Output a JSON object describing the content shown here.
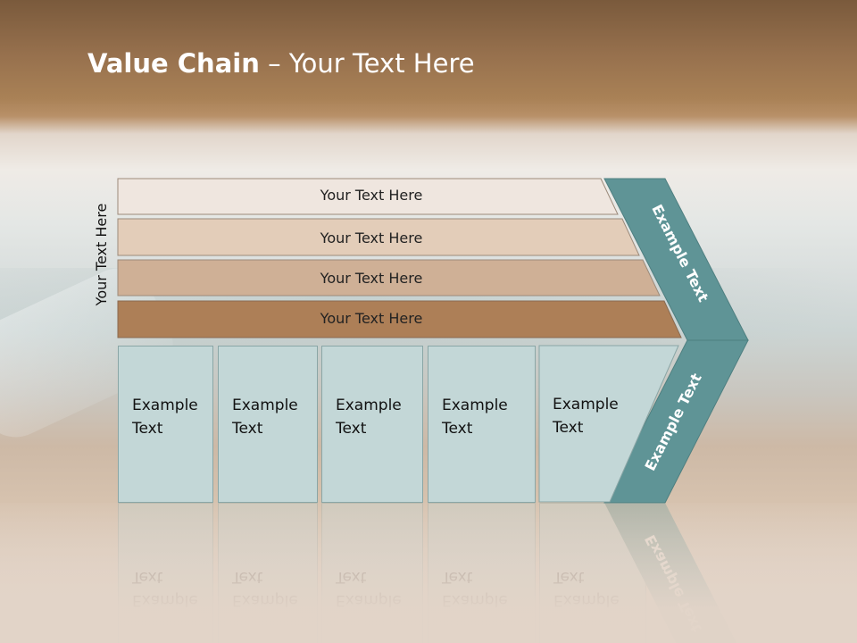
{
  "slide": {
    "title_bold": "Value Chain",
    "title_rest": " – Your Text Here",
    "side_label": "Your Text Here"
  },
  "bars": [
    {
      "label": "Your Text Here",
      "fill": "#efe6df"
    },
    {
      "label": "Your Text Here",
      "fill": "#e3cdb9"
    },
    {
      "label": "Your Text Here",
      "fill": "#cfb096"
    },
    {
      "label": "Your Text Here",
      "fill": "#ad7f57"
    }
  ],
  "boxes": [
    {
      "line1": "Example",
      "line2": "Text"
    },
    {
      "line1": "Example",
      "line2": "Text"
    },
    {
      "line1": "Example",
      "line2": "Text"
    },
    {
      "line1": "Example",
      "line2": "Text"
    },
    {
      "line1": "Example",
      "line2": "Text"
    }
  ],
  "chevron": {
    "upper_label": "Example Text",
    "lower_label": "Example Text",
    "fill": "#5f9496"
  }
}
